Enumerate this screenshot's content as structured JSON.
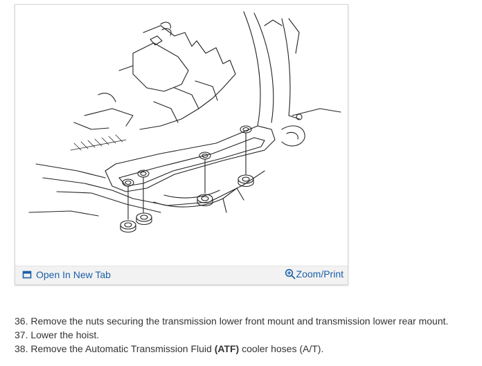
{
  "figure": {
    "toolbar": {
      "open_label": "Open In New Tab",
      "zoom_label": "Zoom/Print"
    },
    "colors": {
      "link": "#1a5fa8",
      "toolbar_bg": "#f2f2f2",
      "text": "#333333"
    }
  },
  "steps": [
    {
      "number": "36.",
      "text": "Remove the nuts securing the transmission lower front mount and transmission lower rear mount."
    },
    {
      "number": "37.",
      "text": "Lower the hoist."
    },
    {
      "number": "38.",
      "text_before": "Remove the Automatic Transmission Fluid ",
      "bold": "(ATF)",
      "text_after": " cooler hoses (A/T)."
    }
  ]
}
